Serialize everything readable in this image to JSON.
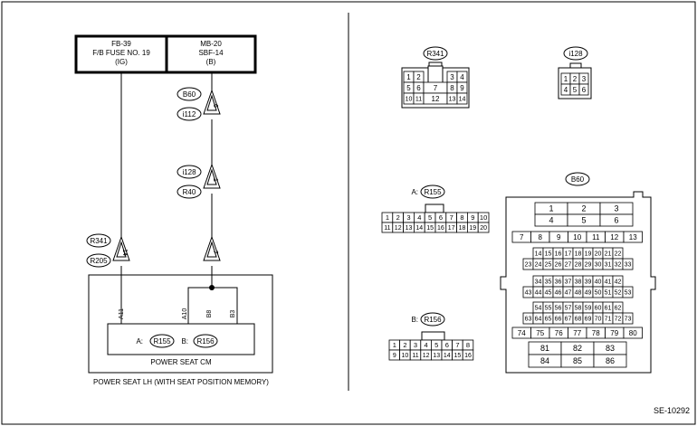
{
  "power_box_left": {
    "line1": "FB-39",
    "line2": "F/B FUSE NO. 19",
    "line3": "(IG)"
  },
  "power_box_right": {
    "line1": "MB-20",
    "line2": "SBF-14",
    "line3": "(B)"
  },
  "connectors": {
    "b60": "B60",
    "i112": "i112",
    "i128": "i128",
    "r40": "R40",
    "r341": "R341",
    "r205": "R205",
    "r155": "R155",
    "r156": "R156"
  },
  "pins": {
    "p6": "6",
    "p1": "1",
    "p14": "14",
    "p7": "7"
  },
  "wires": {
    "a11": "A11",
    "a10": "A10",
    "b8": "B8",
    "b3": "B3"
  },
  "cm_inner": {
    "a_label": "A:",
    "b_label": "B:"
  },
  "cm_title": "POWER SEAT CM",
  "cm_caption": "POWER SEAT LH (WITH SEAT POSITION MEMORY)",
  "right_labels": {
    "a": "A:",
    "b": "B:"
  },
  "face_r341": [
    [
      "1",
      "2",
      "",
      "3",
      "4"
    ],
    [
      "5",
      "6",
      "7",
      "8",
      "9"
    ],
    [
      "10",
      "11",
      "12",
      "13",
      "14"
    ]
  ],
  "face_i128": [
    [
      "1",
      "2",
      "3"
    ],
    [
      "4",
      "5",
      "6"
    ]
  ],
  "face_r155": [
    [
      "1",
      "2",
      "3",
      "4",
      "5",
      "6",
      "7",
      "8",
      "9",
      "10"
    ],
    [
      "11",
      "12",
      "13",
      "14",
      "15",
      "16",
      "17",
      "18",
      "19",
      "20"
    ]
  ],
  "face_r156": [
    [
      "1",
      "2",
      "3",
      "4",
      "5",
      "6",
      "7",
      "8"
    ],
    [
      "9",
      "10",
      "11",
      "12",
      "13",
      "14",
      "15",
      "16"
    ]
  ],
  "face_b60": {
    "top": [
      [
        "1",
        "2",
        "3"
      ],
      [
        "4",
        "5",
        "6"
      ]
    ],
    "row7": [
      "7",
      "8",
      "9",
      "10",
      "11",
      "12",
      "13"
    ],
    "blk1a": [
      "14",
      "15",
      "16",
      "17",
      "18",
      "19",
      "20",
      "21",
      "22"
    ],
    "blk1b": [
      "23",
      "24",
      "25",
      "26",
      "27",
      "28",
      "29",
      "30",
      "31",
      "32",
      "33"
    ],
    "blk2a": [
      "34",
      "35",
      "36",
      "37",
      "38",
      "39",
      "40",
      "41",
      "42"
    ],
    "blk2b": [
      "43",
      "44",
      "45",
      "46",
      "47",
      "48",
      "49",
      "50",
      "51",
      "52",
      "53"
    ],
    "blk3a": [
      "54",
      "55",
      "56",
      "57",
      "58",
      "59",
      "60",
      "61",
      "62"
    ],
    "blk3b": [
      "63",
      "64",
      "65",
      "66",
      "67",
      "68",
      "69",
      "70",
      "71",
      "72",
      "73"
    ],
    "row74": [
      "74",
      "75",
      "76",
      "77",
      "78",
      "79",
      "80"
    ],
    "bottom": [
      [
        "81",
        "82",
        "83"
      ],
      [
        "84",
        "85",
        "86"
      ]
    ]
  },
  "figure_id": "SE-10292"
}
